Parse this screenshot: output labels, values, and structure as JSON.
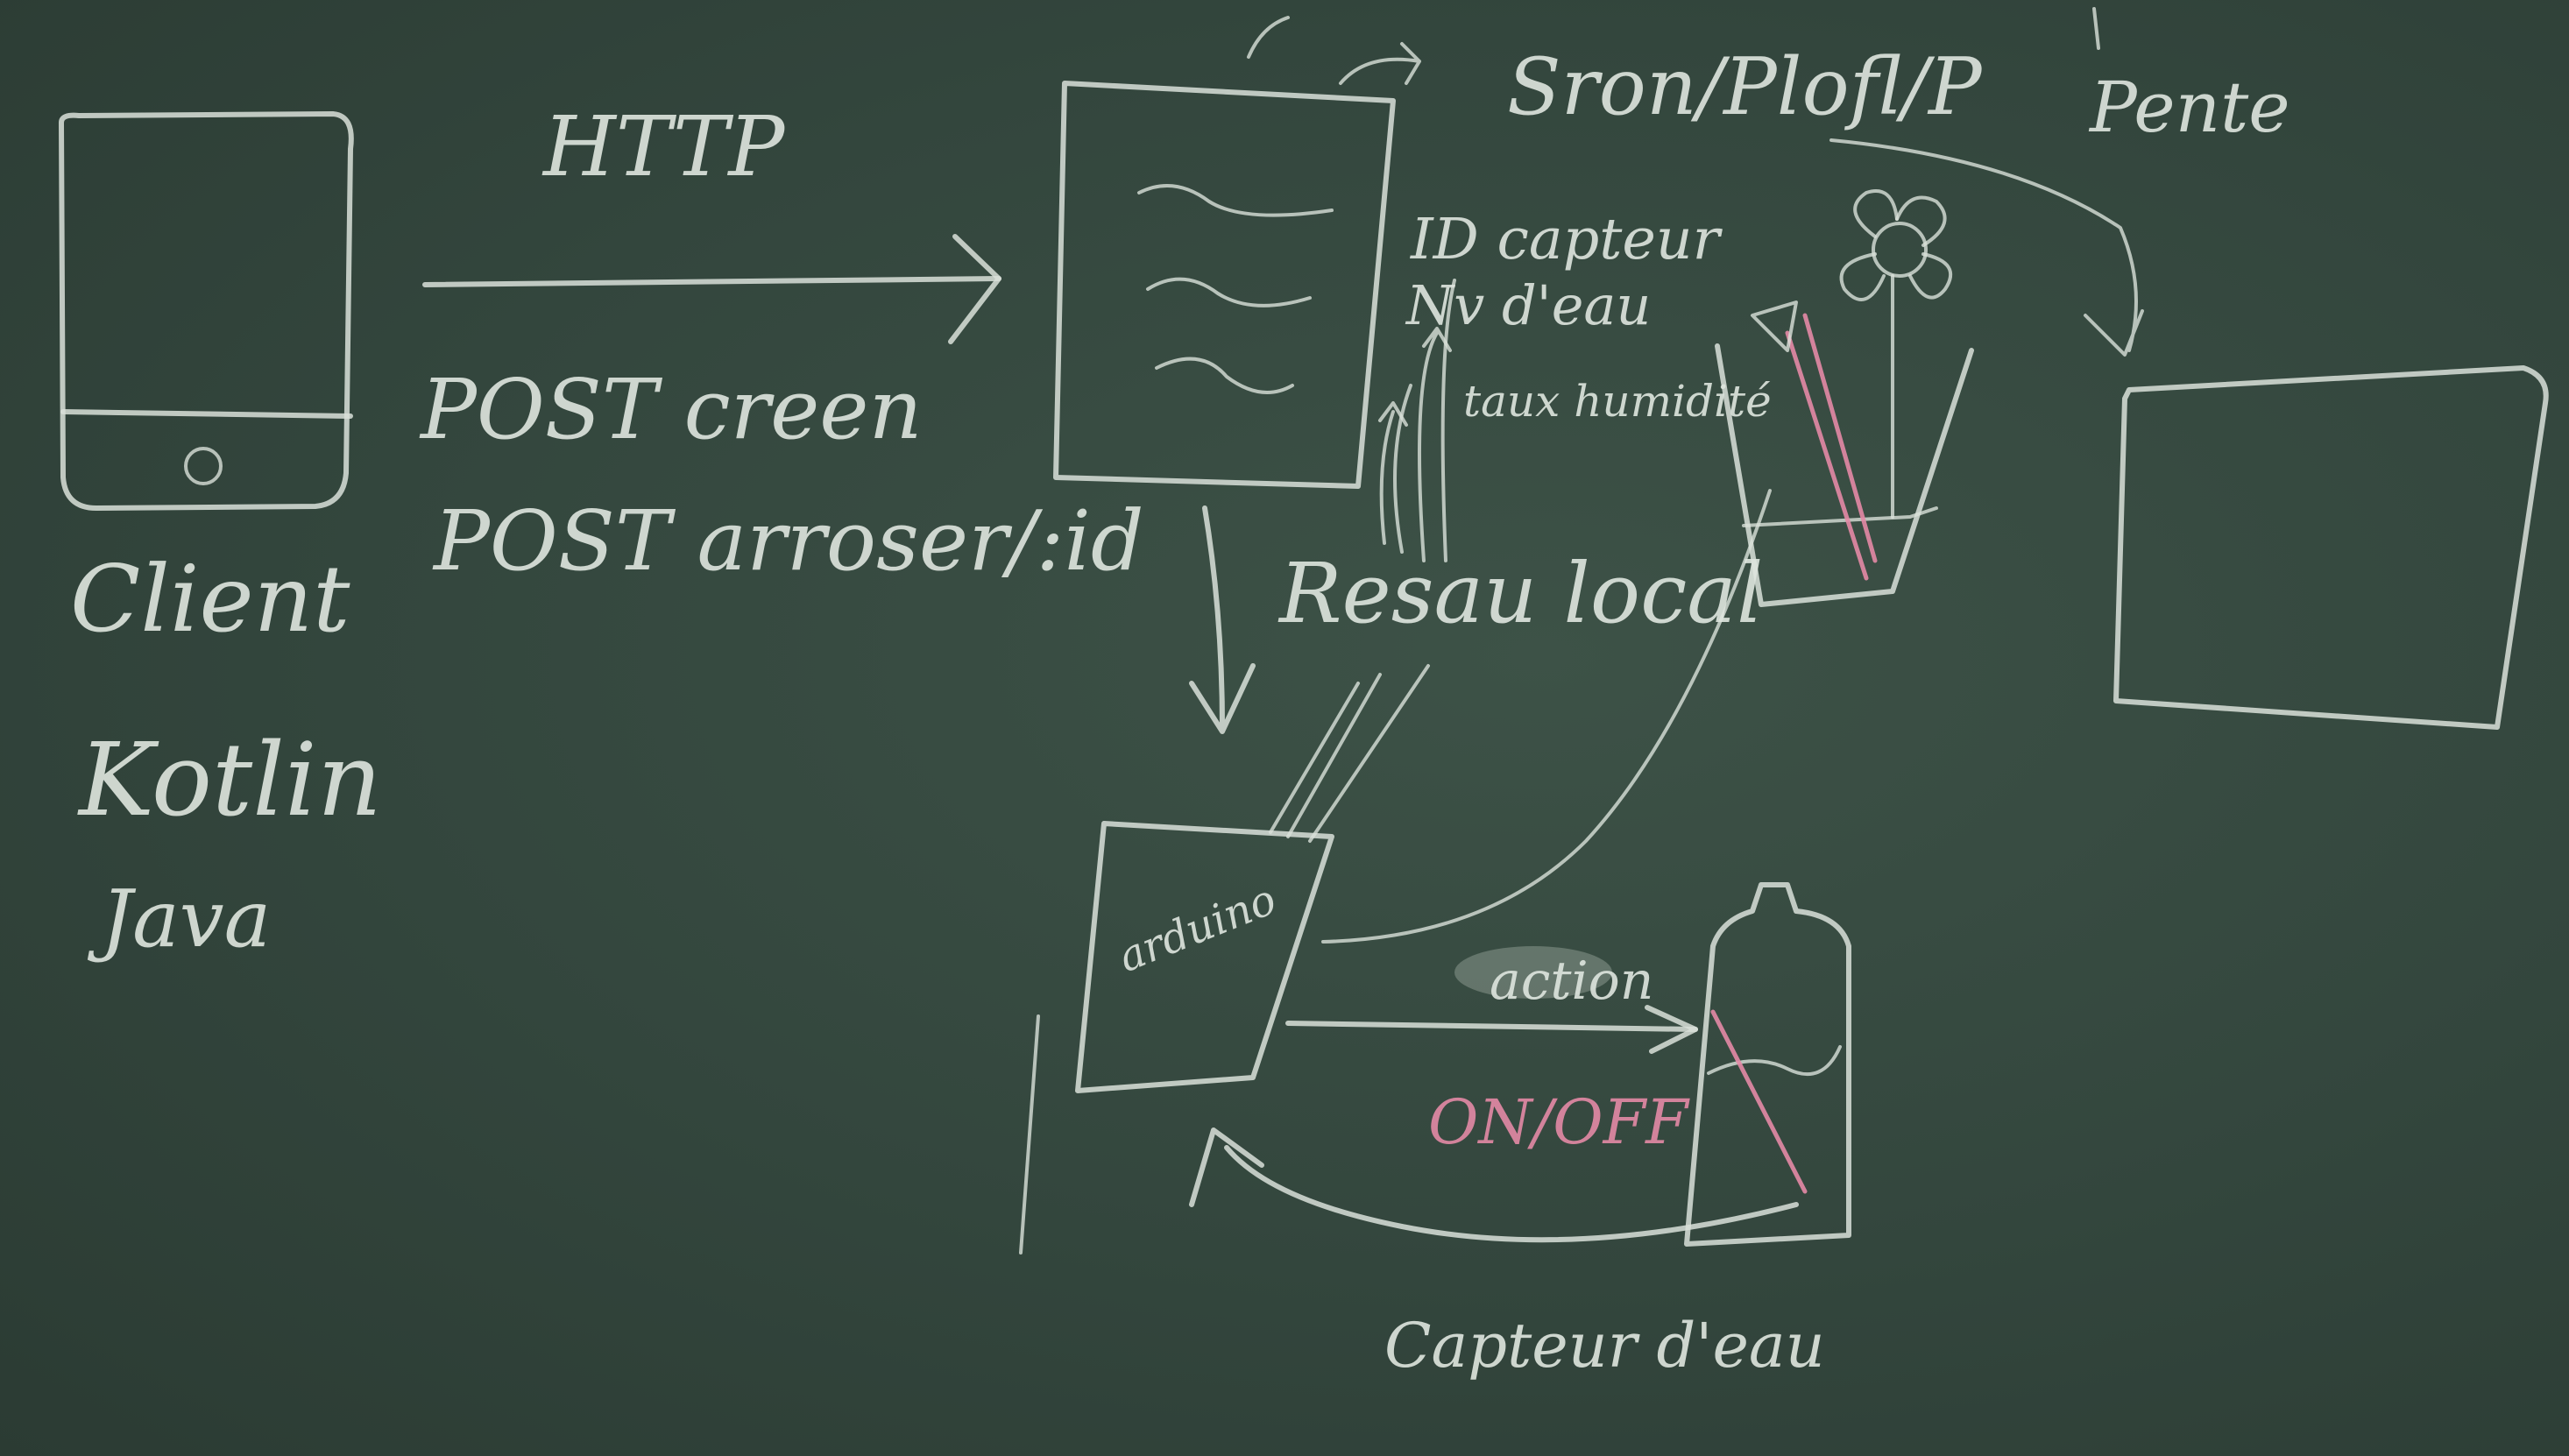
{
  "labels": {
    "http": "HTTP",
    "post_create": "POST  creen",
    "post_arroser": "POST arroser/:id",
    "client": "Client",
    "kotlin": "Kotlin",
    "java": "Java",
    "server_top": "Sron/Plofl/P",
    "pente": "Pente",
    "sensor_list_1": "ID capteur",
    "sensor_list_2": "Nv d'eau",
    "sensor_list_3": "taux humidité",
    "resau_local": "Resau local",
    "arduino": "arduino",
    "action": "action",
    "on_off": "ON/OFF",
    "capteur_eau": "Capteur d'eau"
  },
  "colors": {
    "board": "#33463d",
    "chalk": "#d9e1d9",
    "chalk_pink": "#e48aa6"
  }
}
